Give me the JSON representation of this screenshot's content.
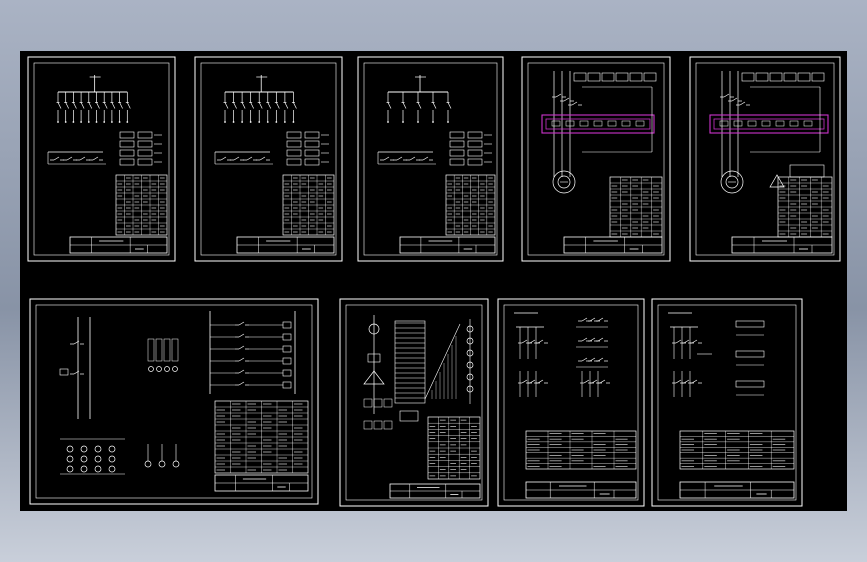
{
  "colors": {
    "background_top": "#aab3c4",
    "background_bottom": "#c9cfda",
    "canvas": "#000000",
    "linework": "#ffffff",
    "highlight_box": "#cc33cc"
  },
  "sheets": [
    {
      "id": "sheet-1",
      "layout": "portrait",
      "type": "distribution-panel"
    },
    {
      "id": "sheet-2",
      "layout": "portrait",
      "type": "distribution-panel"
    },
    {
      "id": "sheet-3",
      "layout": "portrait",
      "type": "distribution-panel"
    },
    {
      "id": "sheet-4",
      "layout": "portrait",
      "type": "motor-control"
    },
    {
      "id": "sheet-5",
      "layout": "portrait",
      "type": "motor-control"
    },
    {
      "id": "sheet-6",
      "layout": "landscape",
      "type": "control-schematic"
    },
    {
      "id": "sheet-7",
      "layout": "portrait",
      "type": "transformer-panel"
    },
    {
      "id": "sheet-8",
      "layout": "portrait",
      "type": "breaker-panel"
    },
    {
      "id": "sheet-9",
      "layout": "portrait",
      "type": "breaker-panel"
    }
  ]
}
